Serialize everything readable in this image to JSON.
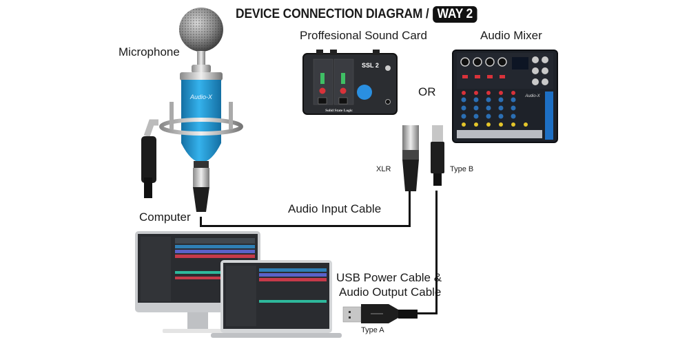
{
  "title": {
    "main": "DEVICE CONNECTION DIAGRAM /",
    "badge": "WAY 2"
  },
  "devices": {
    "microphone": {
      "label": "Microphone",
      "brand_text": "Audio-X"
    },
    "sound_card": {
      "label": "Proffesional Sound Card",
      "model_text": "SSL 2",
      "brand_text": "Solid State Logic"
    },
    "separator": {
      "label": "OR"
    },
    "mixer": {
      "label": "Audio Mixer",
      "brand_text": "Audio-X"
    },
    "computer": {
      "label": "Computer"
    }
  },
  "connectors": {
    "xlr": {
      "label": "XLR"
    },
    "type_b": {
      "label": "Type B"
    },
    "type_a": {
      "label": "Type A"
    }
  },
  "cables": {
    "audio_input": {
      "label": "Audio Input Cable"
    },
    "usb": {
      "label_line1": "USB Power Cable &",
      "label_line2": "Audio Output Cable"
    }
  },
  "colors": {
    "mic_body": "#1e9ad6",
    "knob_blue": "#2a8fe0",
    "knob_red": "#d9323a",
    "device_dark": "#2b2d31",
    "cable": "#111111"
  }
}
